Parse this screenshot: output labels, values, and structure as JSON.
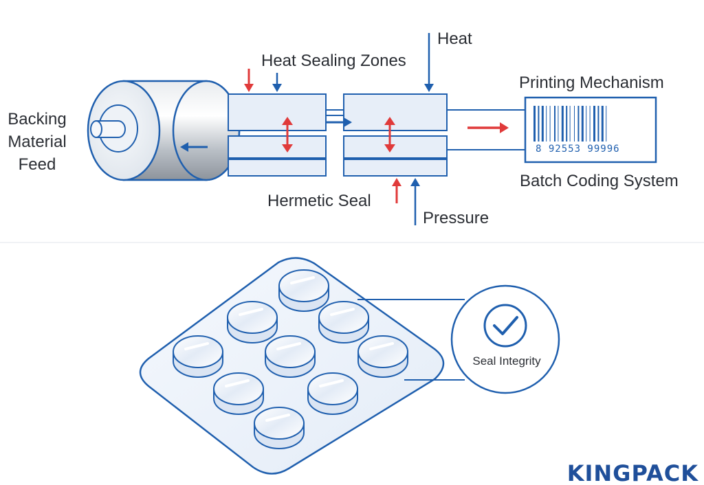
{
  "process": {
    "feed_label_lines": [
      "Backing",
      "Material",
      "Feed"
    ],
    "heat_sealing_zones": "Heat Sealing Zones",
    "heat": "Heat",
    "hermetic_seal": "Hermetic Seal",
    "pressure": "Pressure",
    "printing_mechanism": "Printing Mechanism",
    "batch_coding_system": "Batch Coding System",
    "barcode_digits": "8 92553 99996"
  },
  "blister": {
    "seal_integrity": "Seal Integrity",
    "tablet_count": 9
  },
  "brand": {
    "logo_text": "KINGPACK"
  },
  "colors": {
    "line_blue": "#1f5fae",
    "arrow_red": "#e03a3a",
    "fill_blue": "#e7eef8",
    "logo_blue": "#1f4f9a"
  }
}
